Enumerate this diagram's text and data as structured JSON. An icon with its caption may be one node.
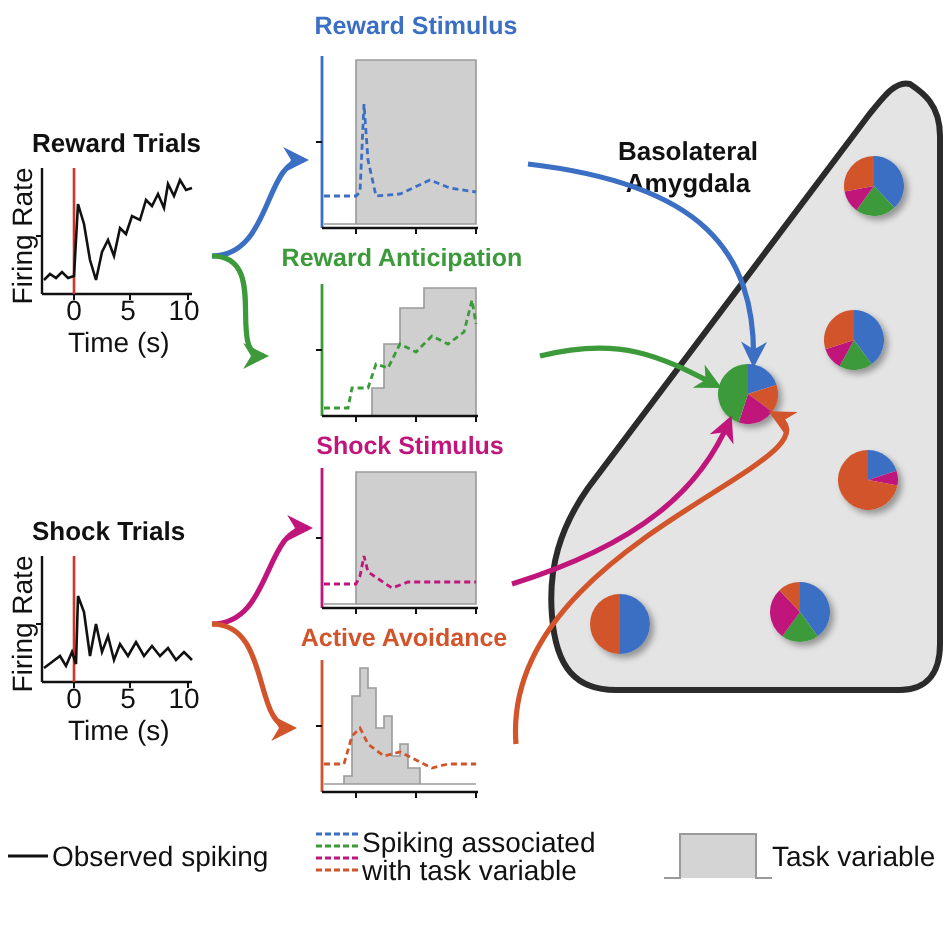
{
  "diagram": {
    "nodes": [
      {
        "text": [
          "Reward Trials",
          "Firing Rate",
          "0",
          "5",
          "10",
          "Time (s)"
        ]
      },
      {
        "text": [
          "Reward Stimulus"
        ]
      },
      {
        "text": [
          "Reward Anticipation"
        ]
      },
      {
        "text": [
          "Shock Trials",
          "Firing Rate",
          "0",
          "5",
          "10",
          "Time (s)"
        ]
      },
      {
        "text": [
          "Shock Stimulus"
        ]
      },
      {
        "text": [
          "Active Avoidance"
        ]
      },
      {
        "text": [
          "Basolateral Amygdala"
        ]
      },
      {
        "text": [],
        "shape": "circle",
        "in": 6
      },
      {
        "text": [],
        "shape": "circle",
        "in": 6
      },
      {
        "text": [],
        "shape": "circle",
        "in": 6
      },
      {
        "text": [],
        "shape": "circle",
        "in": 6
      },
      {
        "text": [],
        "shape": "circle",
        "in": 6
      },
      {
        "text": [],
        "shape": "circle",
        "in": 6
      }
    ],
    "edges": [
      {
        "from": 0,
        "to": 1,
        "arrow": "to",
        "color": "#3b6fc4"
      },
      {
        "from": 0,
        "to": 2,
        "arrow": "to",
        "color": "#3c9a3a"
      },
      {
        "from": 3,
        "to": 4,
        "arrow": "to",
        "color": "#c0167c"
      },
      {
        "from": 3,
        "to": 5,
        "arrow": "to",
        "color": "#d2542a"
      },
      {
        "from": 1,
        "to": 9,
        "arrow": "to",
        "color": "#3b6fc4"
      },
      {
        "from": 2,
        "to": 9,
        "arrow": "to",
        "color": "#3c9a3a"
      },
      {
        "from": 4,
        "to": 9,
        "arrow": "to",
        "color": "#c0167c"
      },
      {
        "from": 5,
        "to": 9,
        "arrow": "to",
        "color": "#d2542a"
      }
    ],
    "legend": [
      {
        "text": "Observed spiking"
      },
      {
        "text": "Spiking associated with task variable"
      },
      {
        "text": "Task variable"
      }
    ]
  }
}
